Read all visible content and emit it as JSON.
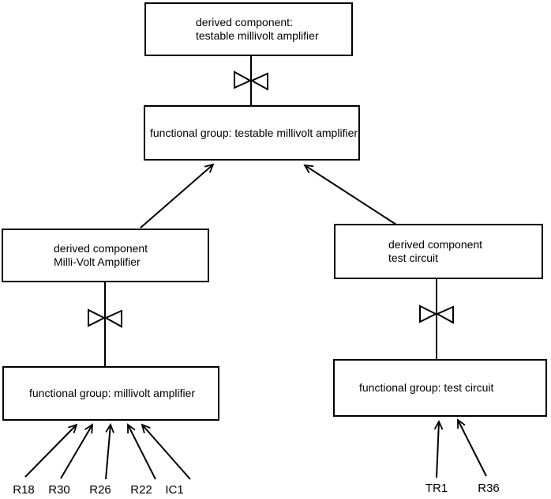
{
  "diagram": {
    "colors": {
      "background": "#ffffff",
      "line": "#000000",
      "box_fill": "#ffffff"
    },
    "nodes": {
      "derived_testable": {
        "line1": "derived component:",
        "line2": "testable millivolt amplifier"
      },
      "fg_testable": {
        "label": "functional group: testable millivolt amplifier"
      },
      "derived_millivolt": {
        "line1": "derived component",
        "line2": "Milli-Volt Amplifier"
      },
      "derived_test": {
        "line1": "derived component",
        "line2": "test circuit"
      },
      "fg_millivolt": {
        "label": "functional group: millivolt amplifier"
      },
      "fg_test": {
        "label": "functional group: test circuit"
      }
    },
    "left_components": [
      "R18",
      "R30",
      "R26",
      "R22",
      "IC1"
    ],
    "right_components": [
      "TR1",
      "R36"
    ]
  }
}
